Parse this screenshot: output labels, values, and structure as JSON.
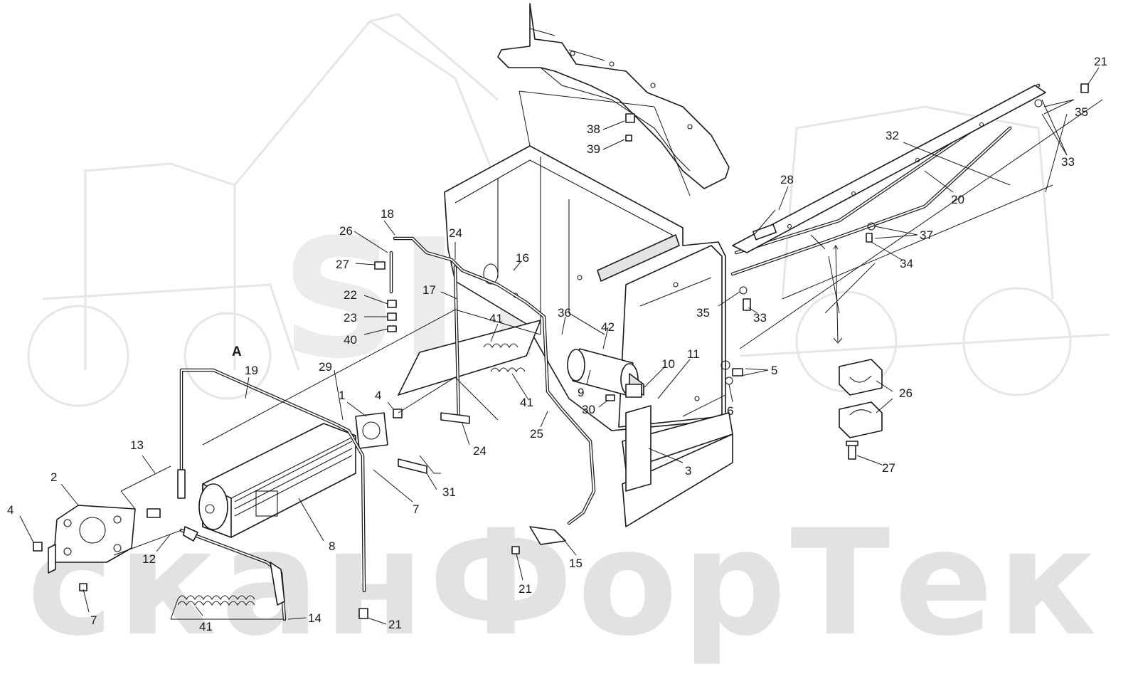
{
  "watermark": {
    "logo_text": "SIT",
    "brand_text": "сканФорТек"
  },
  "view_letter": "A",
  "callouts": [
    {
      "id": "c1",
      "text": "1"
    },
    {
      "id": "c2",
      "text": "2"
    },
    {
      "id": "c3",
      "text": "3"
    },
    {
      "id": "c4a",
      "text": "4"
    },
    {
      "id": "c4b",
      "text": "4"
    },
    {
      "id": "c5",
      "text": "5"
    },
    {
      "id": "c6",
      "text": "6"
    },
    {
      "id": "c7a",
      "text": "7"
    },
    {
      "id": "c7b",
      "text": "7"
    },
    {
      "id": "c8",
      "text": "8"
    },
    {
      "id": "c9",
      "text": "9"
    },
    {
      "id": "c10",
      "text": "10"
    },
    {
      "id": "c11",
      "text": "11"
    },
    {
      "id": "c12",
      "text": "12"
    },
    {
      "id": "c13",
      "text": "13"
    },
    {
      "id": "c14",
      "text": "14"
    },
    {
      "id": "c15",
      "text": "15"
    },
    {
      "id": "c16",
      "text": "16"
    },
    {
      "id": "c17",
      "text": "17"
    },
    {
      "id": "c18",
      "text": "18"
    },
    {
      "id": "c19",
      "text": "19"
    },
    {
      "id": "c20",
      "text": "20"
    },
    {
      "id": "c21a",
      "text": "21"
    },
    {
      "id": "c21b",
      "text": "21"
    },
    {
      "id": "c21c",
      "text": "21"
    },
    {
      "id": "c22",
      "text": "22"
    },
    {
      "id": "c23",
      "text": "23"
    },
    {
      "id": "c24a",
      "text": "24"
    },
    {
      "id": "c24b",
      "text": "24"
    },
    {
      "id": "c25",
      "text": "25"
    },
    {
      "id": "c26a",
      "text": "26"
    },
    {
      "id": "c26b",
      "text": "26"
    },
    {
      "id": "c27a",
      "text": "27"
    },
    {
      "id": "c27b",
      "text": "27"
    },
    {
      "id": "c28",
      "text": "28"
    },
    {
      "id": "c29",
      "text": "29"
    },
    {
      "id": "c30",
      "text": "30"
    },
    {
      "id": "c31",
      "text": "31"
    },
    {
      "id": "c32",
      "text": "32"
    },
    {
      "id": "c33a",
      "text": "33"
    },
    {
      "id": "c33b",
      "text": "33"
    },
    {
      "id": "c34",
      "text": "34"
    },
    {
      "id": "c35a",
      "text": "35"
    },
    {
      "id": "c35b",
      "text": "35"
    },
    {
      "id": "c36",
      "text": "36"
    },
    {
      "id": "c37",
      "text": "37"
    },
    {
      "id": "c38",
      "text": "38"
    },
    {
      "id": "c39",
      "text": "39"
    },
    {
      "id": "c40",
      "text": "40"
    },
    {
      "id": "c41a",
      "text": "41"
    },
    {
      "id": "c41b",
      "text": "41"
    },
    {
      "id": "c41c",
      "text": "41"
    },
    {
      "id": "c42",
      "text": "42"
    }
  ]
}
